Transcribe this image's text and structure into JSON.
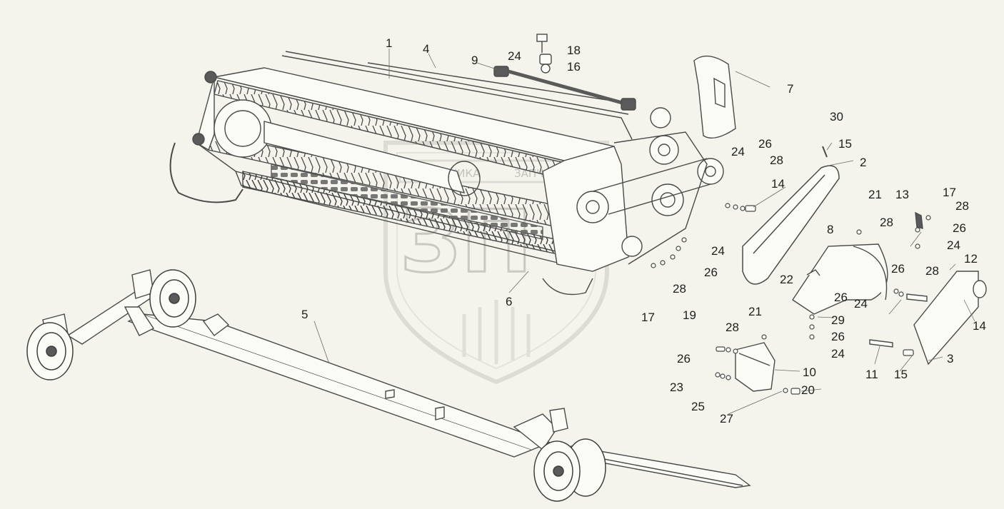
{
  "diagram": {
    "watermark": {
      "brand": "ЗП",
      "words": [
        "ТЕХНИКА",
        "ЗАПЧАСТИ"
      ]
    },
    "colors": {
      "background": "#f4f4ec",
      "line": "#4a4a4a",
      "fill_light": "#fbfbf6",
      "fill_dark": "#5a5a5a",
      "watermark": "#c9c9c2"
    },
    "callouts": [
      {
        "id": "c1",
        "text": "1"
      },
      {
        "id": "c4",
        "text": "4"
      },
      {
        "id": "c9",
        "text": "9"
      },
      {
        "id": "c24a",
        "text": "24"
      },
      {
        "id": "c18",
        "text": "18"
      },
      {
        "id": "c16",
        "text": "16"
      },
      {
        "id": "c7",
        "text": "7"
      },
      {
        "id": "c30",
        "text": "30"
      },
      {
        "id": "c15a",
        "text": "15"
      },
      {
        "id": "c2",
        "text": "2"
      },
      {
        "id": "c24b",
        "text": "24"
      },
      {
        "id": "c26a",
        "text": "26"
      },
      {
        "id": "c28a",
        "text": "28"
      },
      {
        "id": "c14a",
        "text": "14"
      },
      {
        "id": "c21a",
        "text": "21"
      },
      {
        "id": "c13",
        "text": "13"
      },
      {
        "id": "c17a",
        "text": "17"
      },
      {
        "id": "c28b",
        "text": "28"
      },
      {
        "id": "c28c",
        "text": "28"
      },
      {
        "id": "c8",
        "text": "8"
      },
      {
        "id": "c26b",
        "text": "26"
      },
      {
        "id": "c24c",
        "text": "24"
      },
      {
        "id": "c24d",
        "text": "24"
      },
      {
        "id": "c12",
        "text": "12"
      },
      {
        "id": "c22",
        "text": "22"
      },
      {
        "id": "c26c",
        "text": "26"
      },
      {
        "id": "c28d",
        "text": "28"
      },
      {
        "id": "c26d",
        "text": "26"
      },
      {
        "id": "c28e",
        "text": "28"
      },
      {
        "id": "c26e",
        "text": "26"
      },
      {
        "id": "c24e",
        "text": "24"
      },
      {
        "id": "c6",
        "text": "6"
      },
      {
        "id": "c17b",
        "text": "17"
      },
      {
        "id": "c29",
        "text": "29"
      },
      {
        "id": "c14b",
        "text": "14"
      },
      {
        "id": "c19",
        "text": "19"
      },
      {
        "id": "c21b",
        "text": "21"
      },
      {
        "id": "c26f",
        "text": "26"
      },
      {
        "id": "c28f",
        "text": "28"
      },
      {
        "id": "c26g",
        "text": "26"
      },
      {
        "id": "c24f",
        "text": "24"
      },
      {
        "id": "c5",
        "text": "5"
      },
      {
        "id": "c10",
        "text": "10"
      },
      {
        "id": "c11",
        "text": "11"
      },
      {
        "id": "c15b",
        "text": "15"
      },
      {
        "id": "c3",
        "text": "3"
      },
      {
        "id": "c23",
        "text": "23"
      },
      {
        "id": "c20",
        "text": "20"
      },
      {
        "id": "c25",
        "text": "25"
      },
      {
        "id": "c27",
        "text": "27"
      }
    ]
  }
}
